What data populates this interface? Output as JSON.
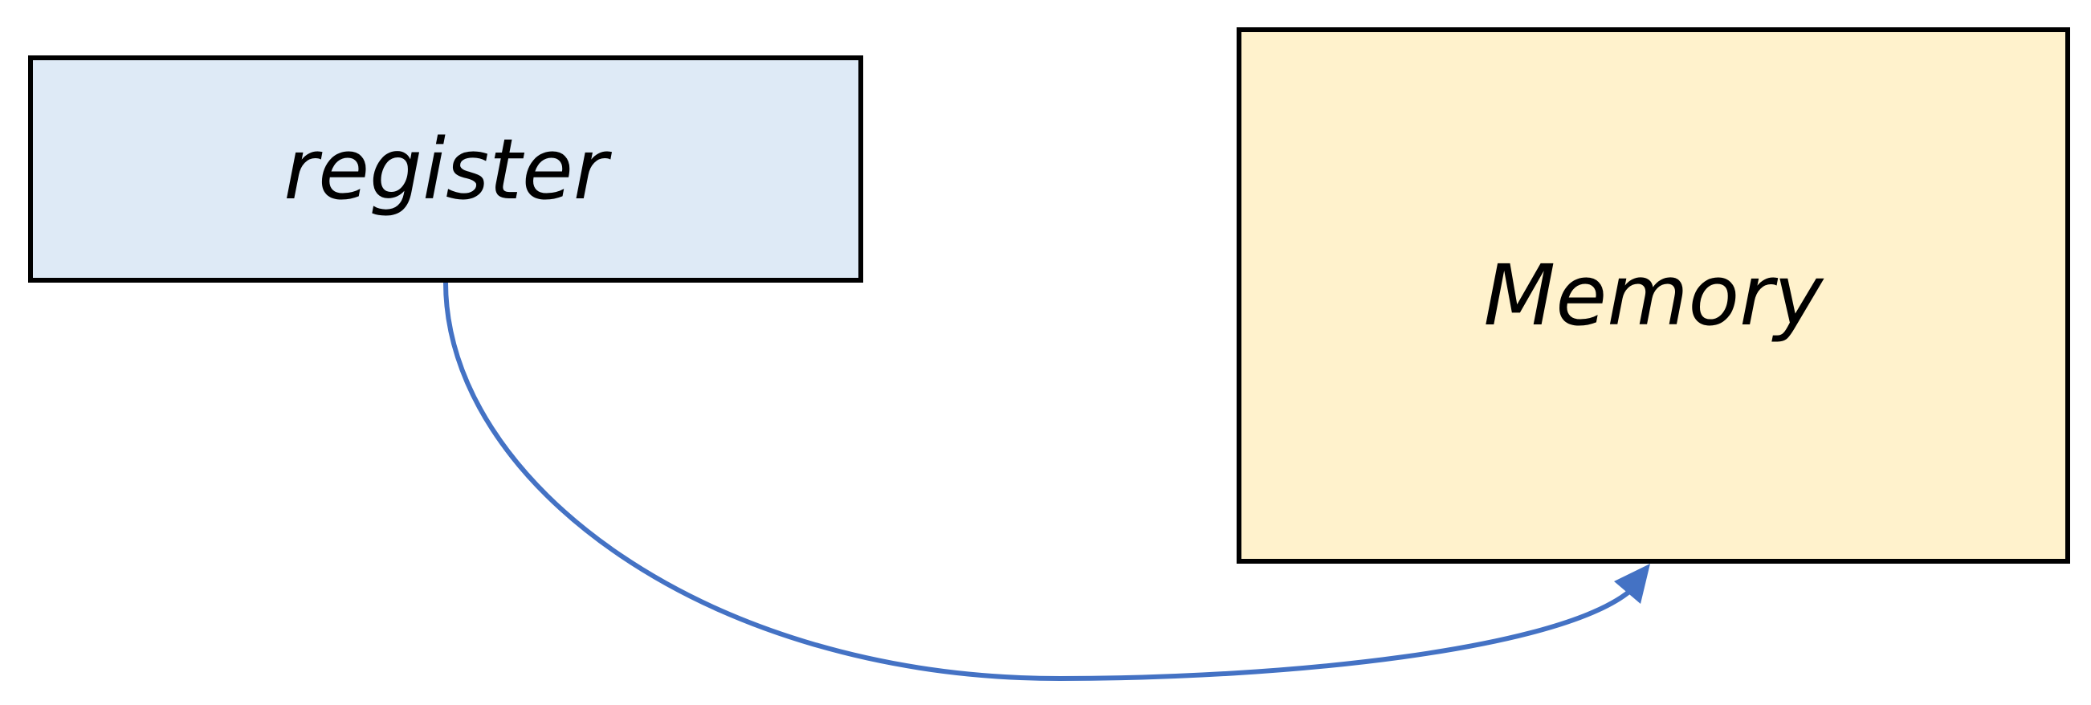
{
  "diagram": {
    "nodes": [
      {
        "id": "register",
        "label": "register",
        "fill": "#DEEAF6",
        "stroke": "#000000"
      },
      {
        "id": "memory",
        "label": "Memory",
        "fill": "#FFF2CC",
        "stroke": "#000000"
      }
    ],
    "edges": [
      {
        "from": "register",
        "to": "memory",
        "color": "#4472C4",
        "curved": true,
        "arrowhead": "end"
      }
    ]
  }
}
